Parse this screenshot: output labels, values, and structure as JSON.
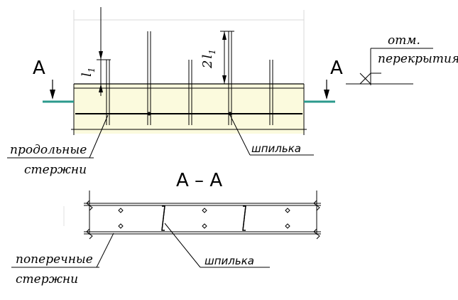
{
  "elevation": {
    "section_marker_left": "A",
    "section_marker_right": "A",
    "dim_short": "l",
    "dim_short_sub": "1",
    "dim_long_factor": "2",
    "dim_long": "l",
    "dim_long_sub": "1",
    "slab_level_line1": "отм.",
    "slab_level_line2": "перекрытия",
    "longitudinal_bars_line1": "продольные",
    "longitudinal_bars_line2": "стержни",
    "stud_label": "шпилька"
  },
  "section": {
    "title": "А – А",
    "transverse_bars_line1": "поперечные",
    "transverse_bars_line2": "стержни",
    "stud_label": "шпилька"
  },
  "colors": {
    "slab_fill": "#fbfadd",
    "slab_edge": "#2b9a8c",
    "line": "#000000"
  }
}
